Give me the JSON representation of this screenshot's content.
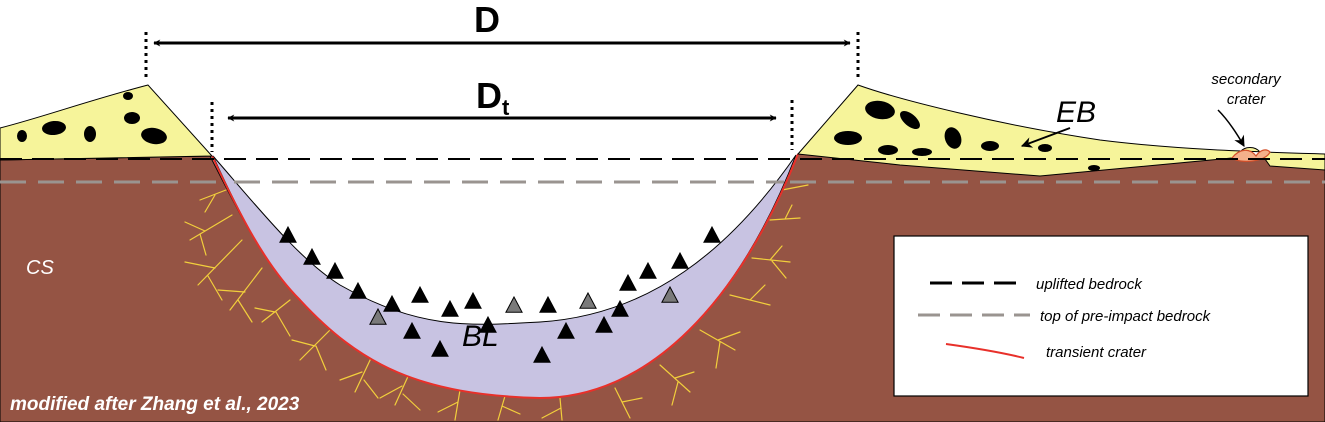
{
  "labels": {
    "diameter": "D",
    "transient_diameter_base": "D",
    "transient_diameter_sub": "t",
    "ejecta_blanket": "EB",
    "breccia_lens": "BL",
    "country_substrate": "CS",
    "secondary_crater_line1": "secondary",
    "secondary_crater_line2": "crater",
    "credit": "modified after Zhang et al., 2023"
  },
  "legend": {
    "items": [
      {
        "label": "uplifted bedrock",
        "color": "#000000",
        "style": "dashed"
      },
      {
        "label": "top of pre-impact bedrock",
        "color": "#9a9490",
        "style": "dashed"
      },
      {
        "label": "transient crater",
        "color": "#e8302a",
        "style": "solid"
      }
    ]
  },
  "colors": {
    "bedrock": "#955444",
    "ejecta": "#f6f49a",
    "breccia": "#c8c3e2",
    "fracture": "#f2cf3c",
    "clast": "#000000",
    "gray_clast": "#7a7a7a"
  }
}
